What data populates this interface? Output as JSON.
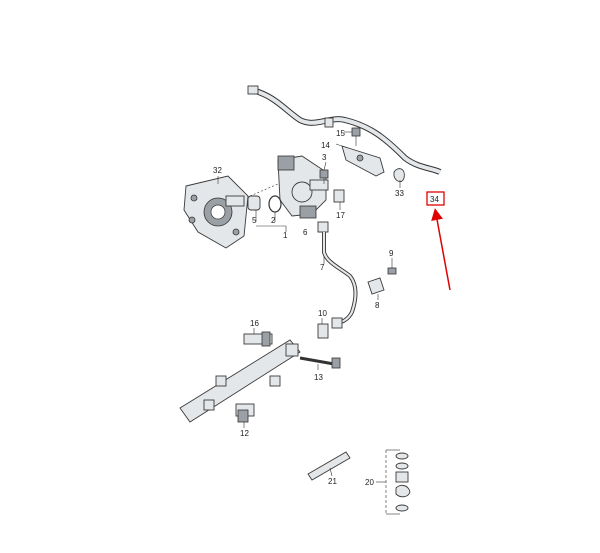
{
  "callouts": {
    "c1": "1",
    "c2": "2",
    "c3": "3",
    "c5": "5",
    "c6": "6",
    "c7": "7",
    "c8": "8",
    "c9": "9",
    "c10": "10",
    "c12": "12",
    "c13": "13",
    "c14": "14",
    "c15": "15",
    "c16": "16",
    "c17": "17",
    "c20": "20",
    "c21": "21",
    "c32": "32",
    "c33": "33",
    "c34": "34"
  },
  "colors": {
    "highlight": "#e00000",
    "line": "#333333",
    "part_fill": "#e4e7ea"
  }
}
